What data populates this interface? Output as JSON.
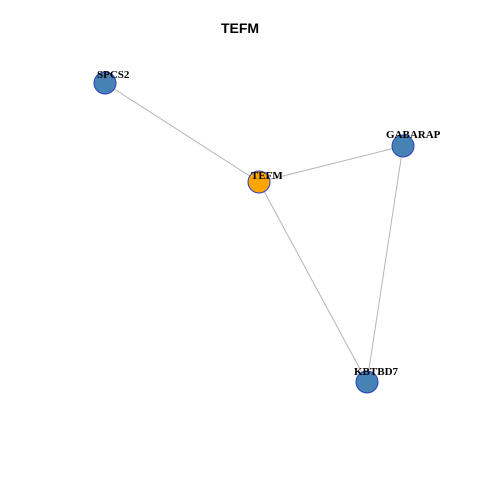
{
  "title": "TEFM",
  "colors": {
    "center": "#FFA500",
    "neighbor": "#4682B4",
    "border": "#2B3FC0",
    "edge": "#B5B5B5"
  },
  "graph": {
    "nodes": [
      {
        "id": "tefm",
        "label": "TEFM",
        "role": "center"
      },
      {
        "id": "spcs2",
        "label": "SPCS2",
        "role": "neighbor"
      },
      {
        "id": "gabarap",
        "label": "GABARAP",
        "role": "neighbor"
      },
      {
        "id": "kbtbd7",
        "label": "KBTBD7",
        "role": "neighbor"
      }
    ],
    "edges": [
      {
        "source": "spcs2",
        "target": "tefm"
      },
      {
        "source": "tefm",
        "target": "gabarap"
      },
      {
        "source": "tefm",
        "target": "kbtbd7"
      },
      {
        "source": "gabarap",
        "target": "kbtbd7"
      }
    ]
  }
}
